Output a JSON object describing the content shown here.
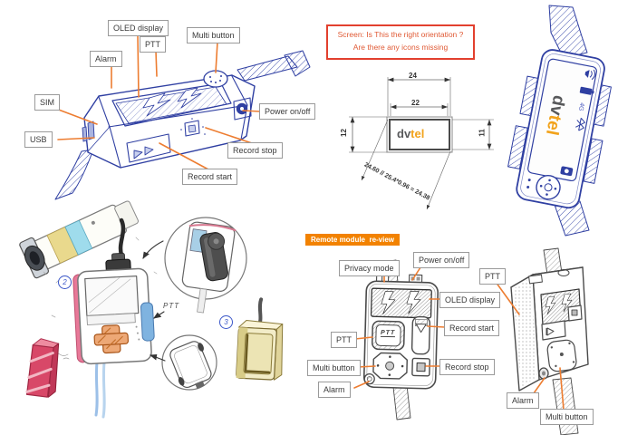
{
  "top_left": {
    "labels": {
      "oled": "OLED display",
      "ptt": "PTT",
      "multi": "Multi button",
      "alarm": "Alarm",
      "sim": "SIM",
      "usb": "USB",
      "power": "Power on/off",
      "record_stop": "Record stop",
      "record_start": "Record start"
    }
  },
  "note_box": {
    "line1": "Screen: Is This the right orientation ?",
    "line2": "Are there any icons missing"
  },
  "dimensions": {
    "outer_width": "24",
    "inner_width": "22",
    "left_height": "12",
    "right_height": "11",
    "diagonal_formula": "24.60 // 25.4*0.96 = 24.38"
  },
  "logo": {
    "part1": "dv",
    "part2": "tel"
  },
  "screen_icons": {
    "fourg": "4G"
  },
  "sketch_annotations": {
    "ptt_handwritten": "PTT",
    "item2": "2",
    "item3": "3"
  },
  "remote_review": {
    "banner": "Remote module  re-view",
    "ptt_button_text": "PTT",
    "labels": {
      "privacy": "Privacy mode",
      "power": "Power on/off",
      "oled": "OLED display",
      "ptt": "PTT",
      "record_start": "Record start",
      "multi": "Multi button",
      "record_stop": "Record stop",
      "alarm": "Alarm"
    }
  },
  "side_view": {
    "labels": {
      "ptt": "PTT",
      "alarm": "Alarm",
      "multi": "Multi button"
    }
  },
  "colors": {
    "leader": "#ed7d31",
    "ink_blue": "#2f3fa2",
    "banner_orange": "#f28200",
    "note_red": "#e2402e"
  }
}
